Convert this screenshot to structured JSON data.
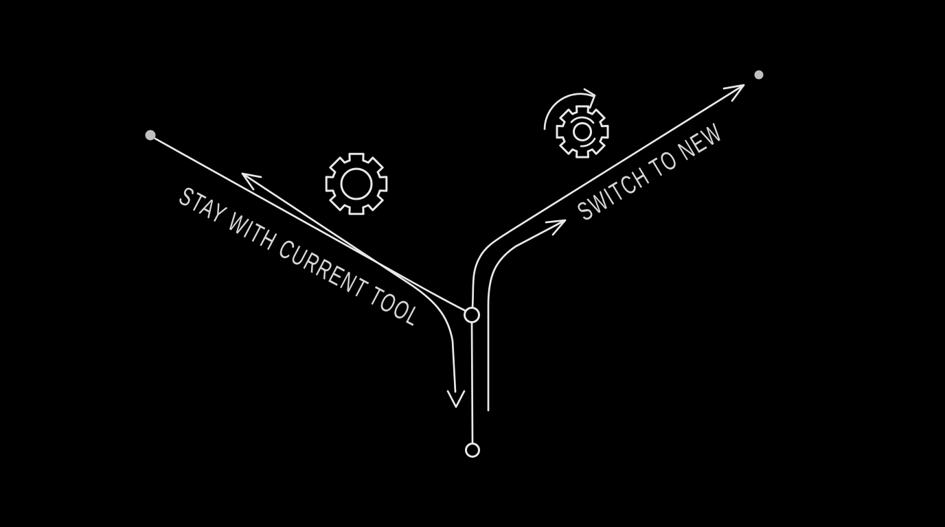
{
  "diagram": {
    "kind": "decision-fork",
    "branches": {
      "stay": {
        "label": "STAY WITH CURRENT TOOL",
        "icon": "gear-icon"
      },
      "switch": {
        "label": "SWITCH TO NEW",
        "icon": "sync-gear-icon"
      }
    },
    "colors": {
      "background": "#000000",
      "line": "#e9e9e9",
      "text": "#d6d6d6",
      "dot": "#c0c0c0"
    }
  }
}
